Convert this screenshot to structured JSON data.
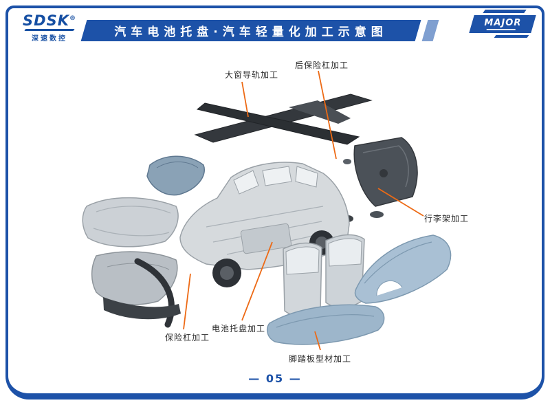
{
  "header": {
    "brand": {
      "name": "SDSK",
      "reg": "®",
      "subtitle": "深速数控"
    },
    "title": "汽车电池托盘·汽车轻量化加工示意图",
    "right_logo": {
      "text": "MAJOR"
    }
  },
  "colors": {
    "primary_blue": "#1d52a8",
    "accent_orange": "#ed6a15"
  },
  "callouts": [
    {
      "label": "大窗导轨加工",
      "target": "window-rail"
    },
    {
      "label": "后保险杠加工",
      "target": "rear-bumper"
    },
    {
      "label": "行李架加工",
      "target": "roof-rack"
    },
    {
      "label": "保险杠加工",
      "target": "front-bumper"
    },
    {
      "label": "电池托盘加工",
      "target": "battery-tray"
    },
    {
      "label": "脚踏板型材加工",
      "target": "running-board"
    }
  ],
  "footer": {
    "page_label": "— 05 —"
  }
}
